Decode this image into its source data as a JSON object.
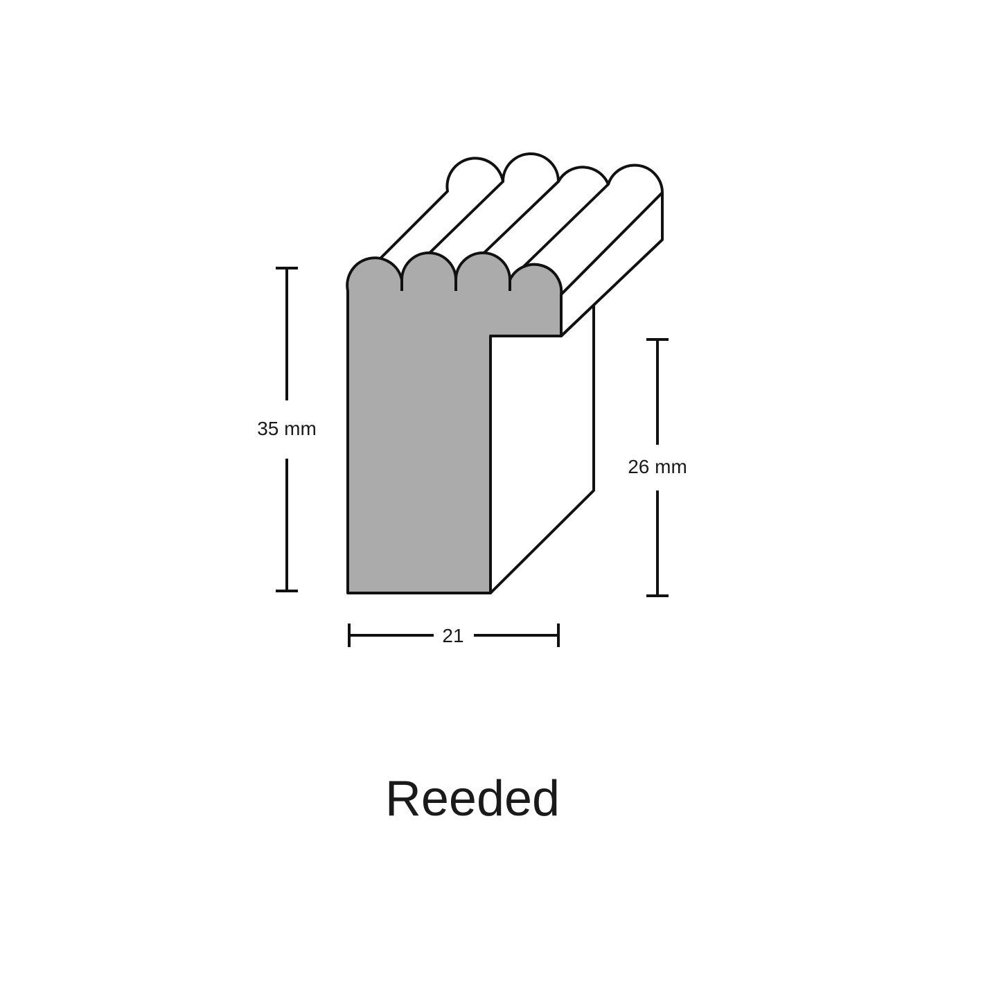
{
  "profile": {
    "name": "Reeded",
    "colors": {
      "section_fill": "#ababab",
      "face_fill": "#ffffff",
      "outline": "#111111",
      "text": "#1a1a1a"
    }
  },
  "dimensions": {
    "height": "35 mm",
    "rebate_depth": "26 mm",
    "width": "21"
  }
}
